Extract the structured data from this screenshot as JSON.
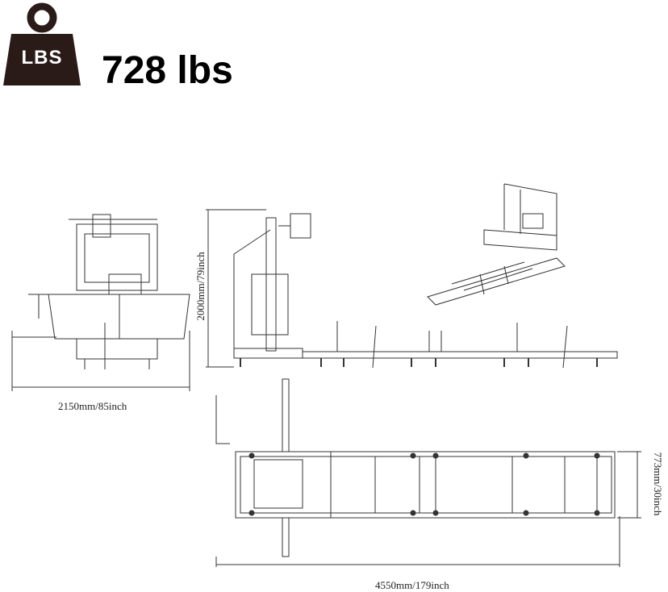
{
  "header": {
    "icon_text": "LBS",
    "weight": "728 lbs"
  },
  "colors": {
    "icon": "#2b1b18",
    "line": "#333333"
  },
  "dimensions": {
    "front_width": "2150mm/85inch",
    "side_height": "2000mm/79inch",
    "top_length": "4550mm/179inch",
    "top_width": "773mm/30inch"
  }
}
